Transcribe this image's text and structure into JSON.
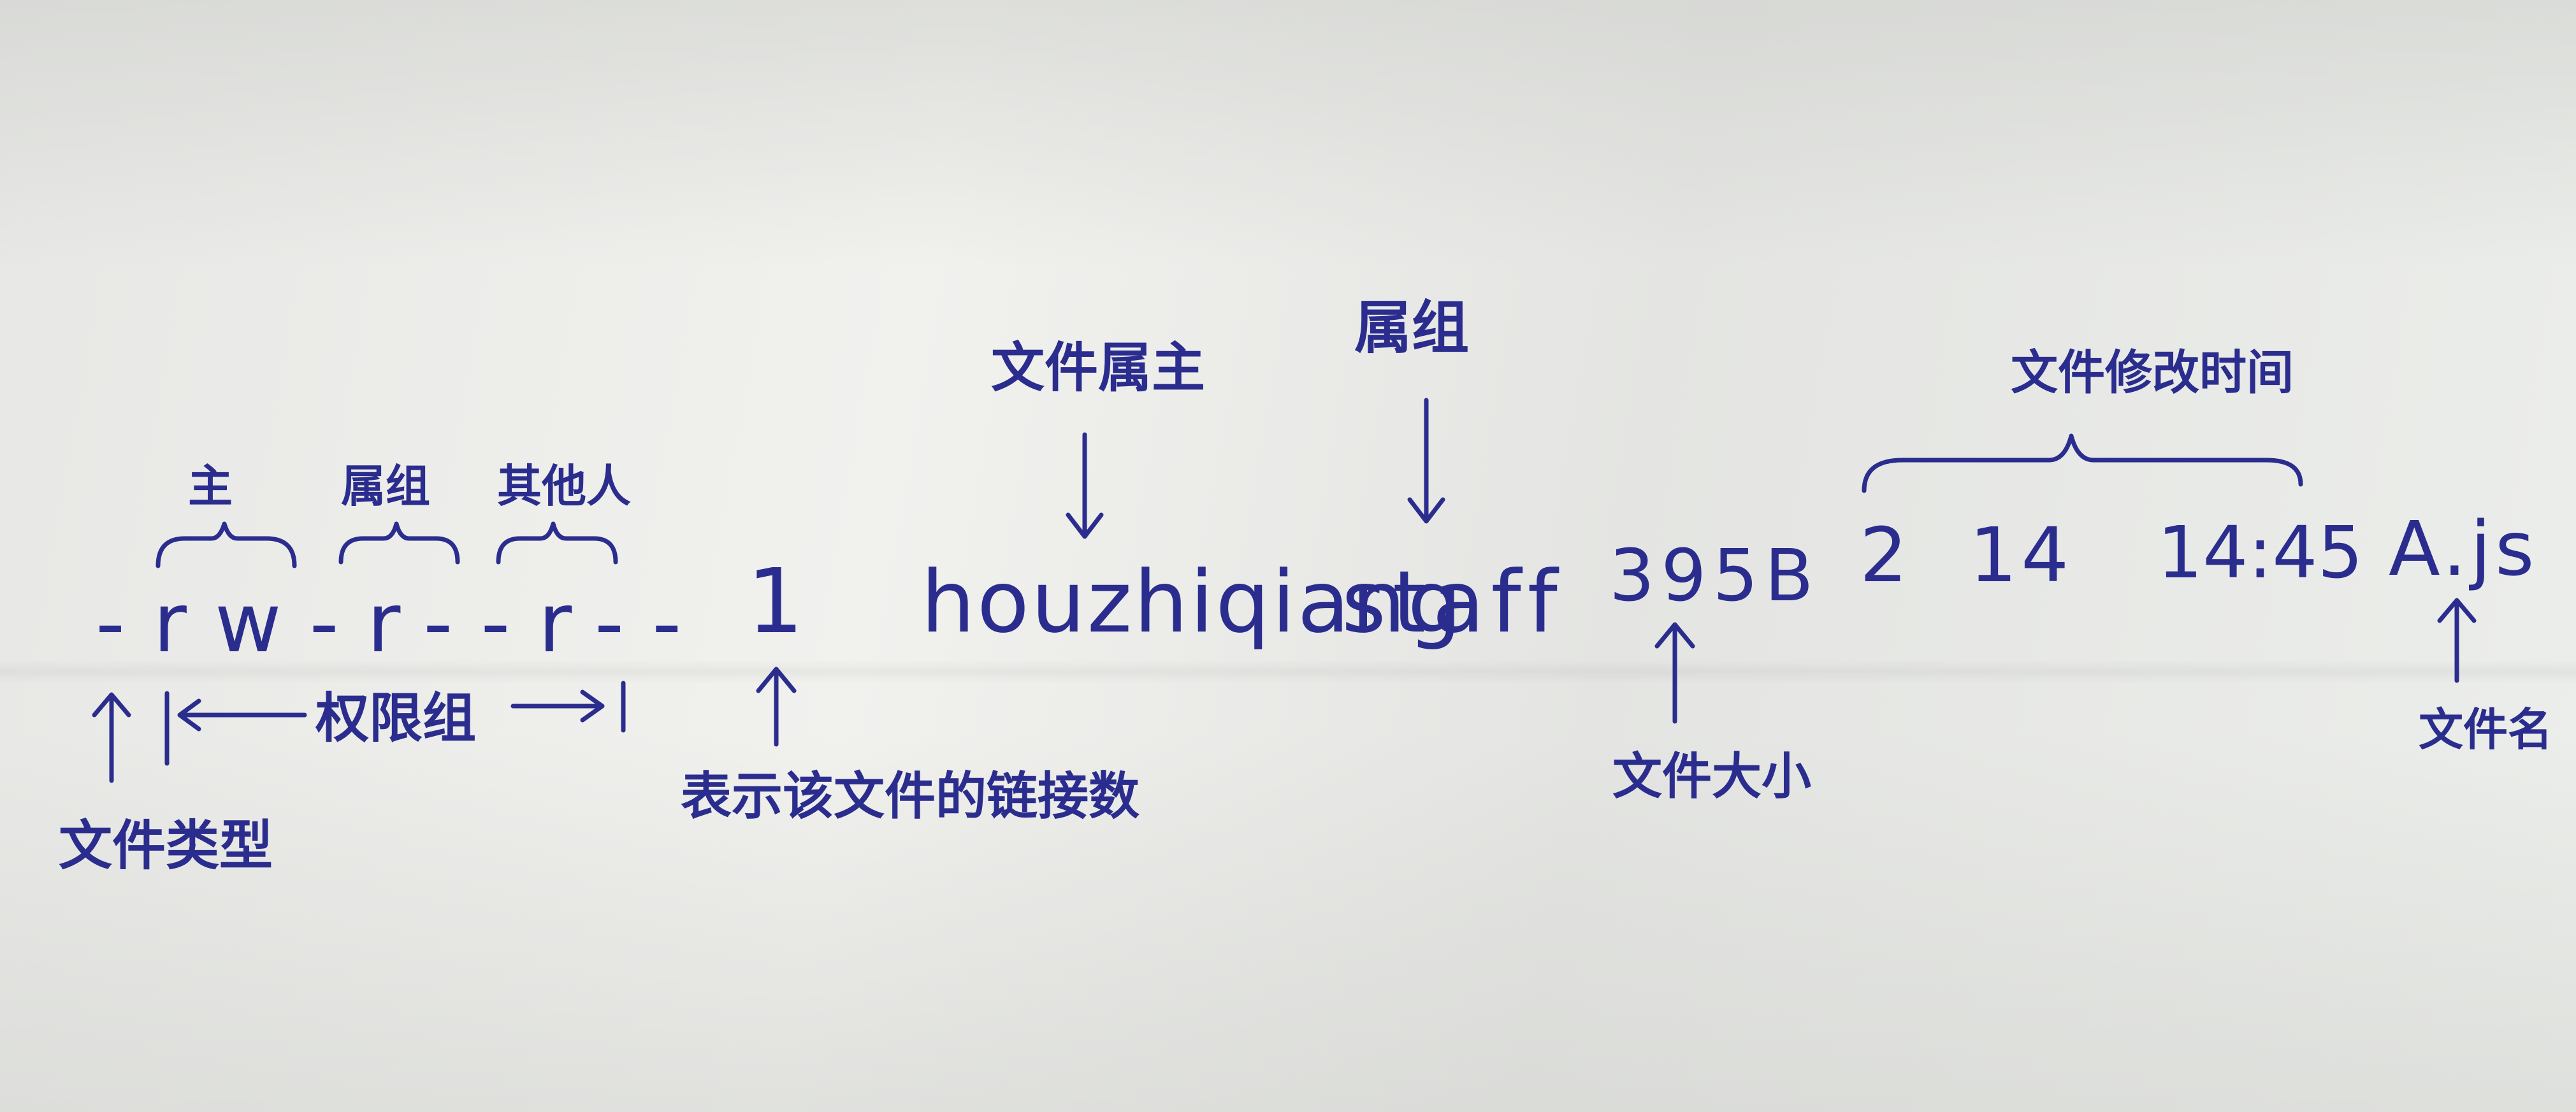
{
  "ink_color": "#2b2d8e",
  "paper_color": "#ecedea",
  "line": {
    "permissions": "-rw-r--r--",
    "link_count": "1",
    "owner": "houzhiqiang",
    "group": "staff",
    "size": "395B",
    "month": "2",
    "day": "14",
    "time": "14:45",
    "filename": "A.js"
  },
  "labels": {
    "owner_perm": "主",
    "group_perm": "属组",
    "others_perm": "其他人",
    "permission_group": "权限组",
    "file_type": "文件类型",
    "link_count": "表示该文件的链接数",
    "file_owner": "文件属主",
    "group": "属组",
    "file_size": "文件大小",
    "modified_time": "文件修改时间",
    "file_name": "文件名"
  }
}
